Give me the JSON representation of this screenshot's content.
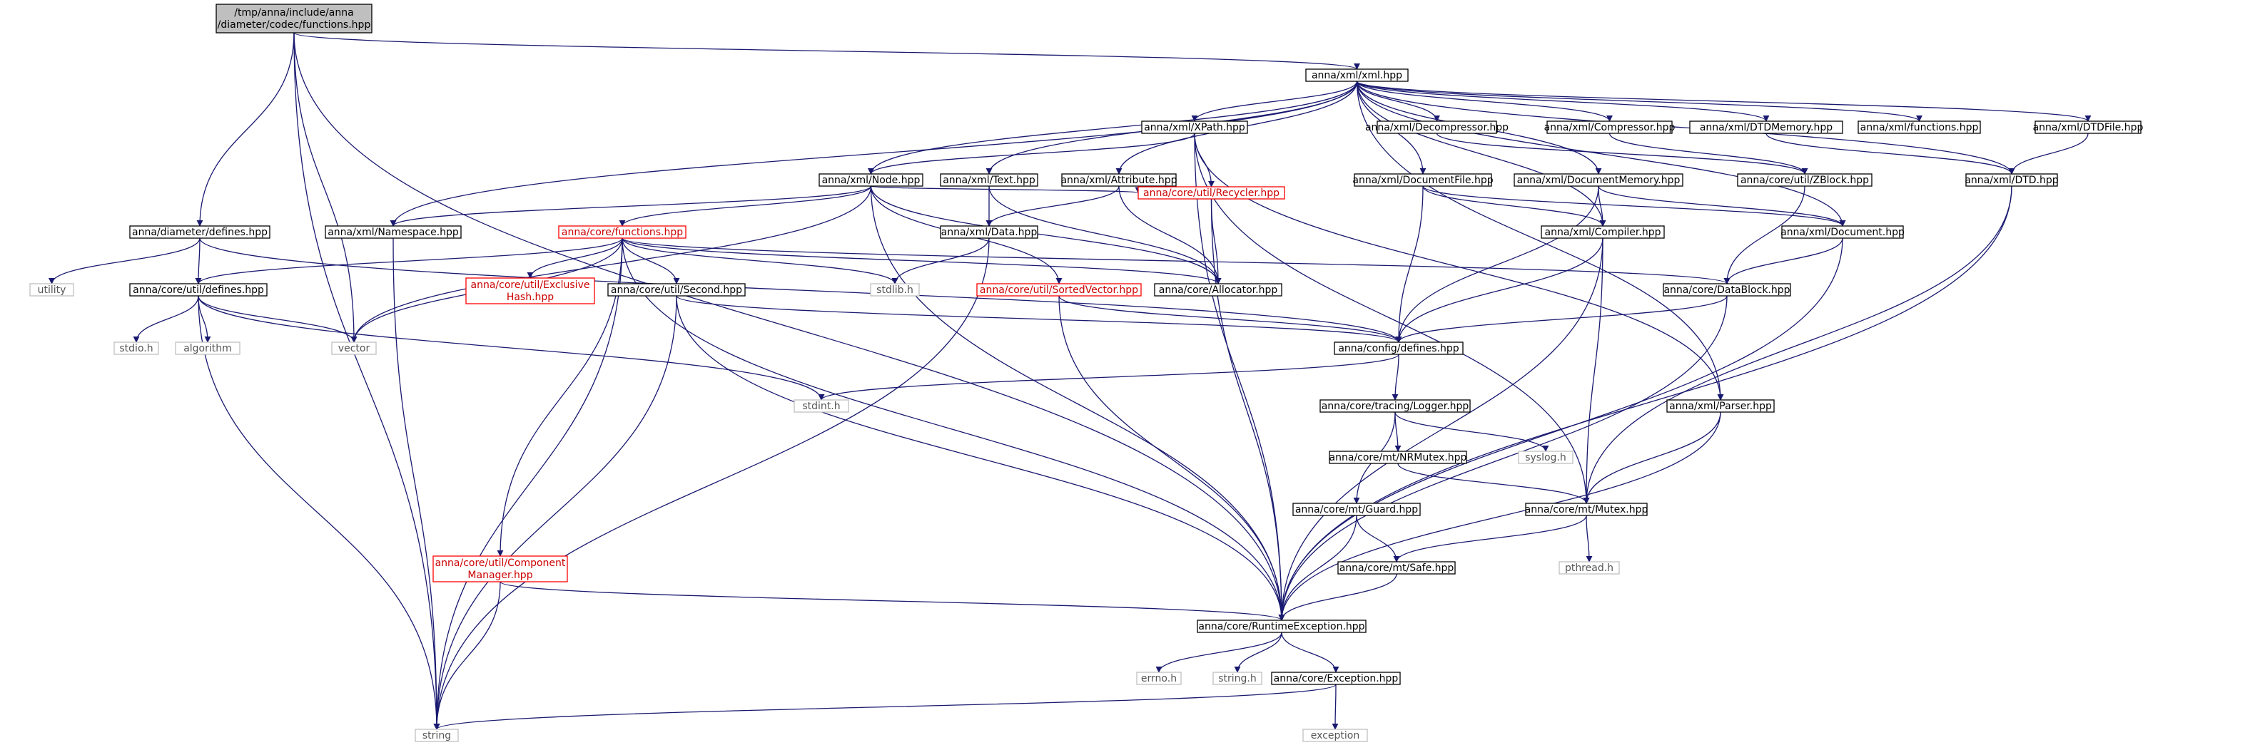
{
  "diagram": {
    "type": "include-dependency-graph",
    "colors": {
      "edge": "#191970",
      "root_fill": "#bfbfbf",
      "truncated_border": "#ff0000",
      "system_header_border": "#bfbfbf"
    },
    "nodes": [
      {
        "id": "root",
        "lines": [
          "/tmp/anna/include/anna",
          "/diameter/codec/functions.hpp"
        ],
        "kind": "root"
      },
      {
        "id": "xml",
        "lines": [
          "anna/xml/xml.hpp"
        ],
        "kind": "normal"
      },
      {
        "id": "diamdef",
        "lines": [
          "anna/diameter/defines.hpp"
        ],
        "kind": "normal"
      },
      {
        "id": "xpath",
        "lines": [
          "anna/xml/XPath.hpp"
        ],
        "kind": "normal"
      },
      {
        "id": "decomp",
        "lines": [
          "anna/xml/Decompressor.hpp"
        ],
        "kind": "normal"
      },
      {
        "id": "comp",
        "lines": [
          "anna/xml/Compressor.hpp"
        ],
        "kind": "normal"
      },
      {
        "id": "dtdmem",
        "lines": [
          "anna/xml/DTDMemory.hpp"
        ],
        "kind": "normal"
      },
      {
        "id": "xmlfunc",
        "lines": [
          "anna/xml/functions.hpp"
        ],
        "kind": "normal"
      },
      {
        "id": "dtdfile",
        "lines": [
          "anna/xml/DTDFile.hpp"
        ],
        "kind": "normal"
      },
      {
        "id": "node",
        "lines": [
          "anna/xml/Node.hpp"
        ],
        "kind": "normal"
      },
      {
        "id": "text",
        "lines": [
          "anna/xml/Text.hpp"
        ],
        "kind": "normal"
      },
      {
        "id": "attr",
        "lines": [
          "anna/xml/Attribute.hpp"
        ],
        "kind": "normal"
      },
      {
        "id": "recycler",
        "lines": [
          "anna/core/util/Recycler.hpp"
        ],
        "kind": "trunc"
      },
      {
        "id": "docfile",
        "lines": [
          "anna/xml/DocumentFile.hpp"
        ],
        "kind": "normal"
      },
      {
        "id": "docmem",
        "lines": [
          "anna/xml/DocumentMemory.hpp"
        ],
        "kind": "normal"
      },
      {
        "id": "zblock",
        "lines": [
          "anna/core/util/ZBlock.hpp"
        ],
        "kind": "normal"
      },
      {
        "id": "dtd",
        "lines": [
          "anna/xml/DTD.hpp"
        ],
        "kind": "normal"
      },
      {
        "id": "namespace",
        "lines": [
          "anna/xml/Namespace.hpp"
        ],
        "kind": "normal"
      },
      {
        "id": "corefunc",
        "lines": [
          "anna/core/functions.hpp"
        ],
        "kind": "trunc"
      },
      {
        "id": "data",
        "lines": [
          "anna/xml/Data.hpp"
        ],
        "kind": "normal"
      },
      {
        "id": "compiler",
        "lines": [
          "anna/xml/Compiler.hpp"
        ],
        "kind": "normal"
      },
      {
        "id": "document",
        "lines": [
          "anna/xml/Document.hpp"
        ],
        "kind": "normal"
      },
      {
        "id": "utility",
        "lines": [
          "utility"
        ],
        "kind": "leaf"
      },
      {
        "id": "utildef",
        "lines": [
          "anna/core/util/defines.hpp"
        ],
        "kind": "normal"
      },
      {
        "id": "exclhash",
        "lines": [
          "anna/core/util/Exclusive",
          "Hash.hpp"
        ],
        "kind": "trunc"
      },
      {
        "id": "second",
        "lines": [
          "anna/core/util/Second.hpp"
        ],
        "kind": "normal"
      },
      {
        "id": "stdlib",
        "lines": [
          "stdlib.h"
        ],
        "kind": "leaf"
      },
      {
        "id": "sortedvec",
        "lines": [
          "anna/core/util/SortedVector.hpp"
        ],
        "kind": "trunc"
      },
      {
        "id": "allocator",
        "lines": [
          "anna/core/Allocator.hpp"
        ],
        "kind": "normal"
      },
      {
        "id": "datablock",
        "lines": [
          "anna/core/DataBlock.hpp"
        ],
        "kind": "normal"
      },
      {
        "id": "stdio",
        "lines": [
          "stdio.h"
        ],
        "kind": "leaf"
      },
      {
        "id": "algorithm",
        "lines": [
          "algorithm"
        ],
        "kind": "leaf"
      },
      {
        "id": "vector",
        "lines": [
          "vector"
        ],
        "kind": "leaf"
      },
      {
        "id": "configdef",
        "lines": [
          "anna/config/defines.hpp"
        ],
        "kind": "normal"
      },
      {
        "id": "stdint",
        "lines": [
          "stdint.h"
        ],
        "kind": "leaf"
      },
      {
        "id": "logger",
        "lines": [
          "anna/core/tracing/Logger.hpp"
        ],
        "kind": "normal"
      },
      {
        "id": "parser",
        "lines": [
          "anna/xml/Parser.hpp"
        ],
        "kind": "normal"
      },
      {
        "id": "nrmutex",
        "lines": [
          "anna/core/mt/NRMutex.hpp"
        ],
        "kind": "normal"
      },
      {
        "id": "syslog",
        "lines": [
          "syslog.h"
        ],
        "kind": "leaf"
      },
      {
        "id": "guard",
        "lines": [
          "anna/core/mt/Guard.hpp"
        ],
        "kind": "normal"
      },
      {
        "id": "mutex",
        "lines": [
          "anna/core/mt/Mutex.hpp"
        ],
        "kind": "normal"
      },
      {
        "id": "compmgr",
        "lines": [
          "anna/core/util/Component",
          "Manager.hpp"
        ],
        "kind": "trunc"
      },
      {
        "id": "safe",
        "lines": [
          "anna/core/mt/Safe.hpp"
        ],
        "kind": "normal"
      },
      {
        "id": "pthread",
        "lines": [
          "pthread.h"
        ],
        "kind": "leaf"
      },
      {
        "id": "rtexc",
        "lines": [
          "anna/core/RuntimeException.hpp"
        ],
        "kind": "normal"
      },
      {
        "id": "errno",
        "lines": [
          "errno.h"
        ],
        "kind": "leaf"
      },
      {
        "id": "stringh",
        "lines": [
          "string.h"
        ],
        "kind": "leaf"
      },
      {
        "id": "exception_hpp",
        "lines": [
          "anna/core/Exception.hpp"
        ],
        "kind": "normal"
      },
      {
        "id": "string",
        "lines": [
          "string"
        ],
        "kind": "leaf"
      },
      {
        "id": "exception",
        "lines": [
          "exception"
        ],
        "kind": "leaf"
      }
    ],
    "edges": [
      [
        "root",
        "xml"
      ],
      [
        "root",
        "diamdef"
      ],
      [
        "root",
        "vector"
      ],
      [
        "root",
        "string"
      ],
      [
        "root",
        "rtexc"
      ],
      [
        "xml",
        "xpath"
      ],
      [
        "xml",
        "decomp"
      ],
      [
        "xml",
        "comp"
      ],
      [
        "xml",
        "dtdmem"
      ],
      [
        "xml",
        "xmlfunc"
      ],
      [
        "xml",
        "dtdfile"
      ],
      [
        "xml",
        "node"
      ],
      [
        "xml",
        "text"
      ],
      [
        "xml",
        "attr"
      ],
      [
        "xml",
        "docfile"
      ],
      [
        "xml",
        "docmem"
      ],
      [
        "xml",
        "dtd"
      ],
      [
        "xml",
        "namespace"
      ],
      [
        "xml",
        "compiler"
      ],
      [
        "xml",
        "document"
      ],
      [
        "xml",
        "parser"
      ],
      [
        "diamdef",
        "utility"
      ],
      [
        "diamdef",
        "utildef"
      ],
      [
        "diamdef",
        "configdef"
      ],
      [
        "xpath",
        "node"
      ],
      [
        "xpath",
        "recycler"
      ],
      [
        "xpath",
        "rtexc"
      ],
      [
        "xpath",
        "mutex"
      ],
      [
        "xpath",
        "parser"
      ],
      [
        "decomp",
        "zblock"
      ],
      [
        "comp",
        "zblock"
      ],
      [
        "dtdmem",
        "dtd"
      ],
      [
        "dtdfile",
        "dtd"
      ],
      [
        "node",
        "namespace"
      ],
      [
        "node",
        "corefunc"
      ],
      [
        "node",
        "recycler"
      ],
      [
        "node",
        "sortedvec"
      ],
      [
        "node",
        "allocator"
      ],
      [
        "node",
        "vector"
      ],
      [
        "node",
        "rtexc"
      ],
      [
        "text",
        "data"
      ],
      [
        "text",
        "allocator"
      ],
      [
        "attr",
        "data"
      ],
      [
        "attr",
        "allocator"
      ],
      [
        "recycler",
        "allocator"
      ],
      [
        "recycler",
        "rtexc"
      ],
      [
        "docfile",
        "configdef"
      ],
      [
        "docfile",
        "compiler"
      ],
      [
        "docfile",
        "document"
      ],
      [
        "docmem",
        "compiler"
      ],
      [
        "docmem",
        "document"
      ],
      [
        "docmem",
        "configdef"
      ],
      [
        "zblock",
        "datablock"
      ],
      [
        "dtd",
        "mutex"
      ],
      [
        "dtd",
        "rtexc"
      ],
      [
        "namespace",
        "string"
      ],
      [
        "corefunc",
        "utildef"
      ],
      [
        "corefunc",
        "exclhash"
      ],
      [
        "corefunc",
        "second"
      ],
      [
        "corefunc",
        "stdlib"
      ],
      [
        "corefunc",
        "datablock"
      ],
      [
        "corefunc",
        "vector"
      ],
      [
        "corefunc",
        "string"
      ],
      [
        "corefunc",
        "compmgr"
      ],
      [
        "corefunc",
        "rtexc"
      ],
      [
        "corefunc",
        "allocator"
      ],
      [
        "data",
        "stdlib"
      ],
      [
        "data",
        "string"
      ],
      [
        "compiler",
        "configdef"
      ],
      [
        "compiler",
        "mutex"
      ],
      [
        "compiler",
        "rtexc"
      ],
      [
        "document",
        "datablock"
      ],
      [
        "document",
        "rtexc"
      ],
      [
        "utildef",
        "stdio"
      ],
      [
        "utildef",
        "algorithm"
      ],
      [
        "utildef",
        "vector"
      ],
      [
        "utildef",
        "string"
      ],
      [
        "utildef",
        "stdint"
      ],
      [
        "second",
        "configdef"
      ],
      [
        "second",
        "string"
      ],
      [
        "second",
        "rtexc"
      ],
      [
        "sortedvec",
        "configdef"
      ],
      [
        "sortedvec",
        "rtexc"
      ],
      [
        "datablock",
        "configdef"
      ],
      [
        "datablock",
        "rtexc"
      ],
      [
        "configdef",
        "stdint"
      ],
      [
        "configdef",
        "logger"
      ],
      [
        "logger",
        "nrmutex"
      ],
      [
        "logger",
        "syslog"
      ],
      [
        "logger",
        "guard"
      ],
      [
        "parser",
        "mutex"
      ],
      [
        "parser",
        "rtexc"
      ],
      [
        "nrmutex",
        "mutex"
      ],
      [
        "guard",
        "safe"
      ],
      [
        "guard",
        "rtexc"
      ],
      [
        "mutex",
        "safe"
      ],
      [
        "mutex",
        "pthread"
      ],
      [
        "compmgr",
        "string"
      ],
      [
        "compmgr",
        "rtexc"
      ],
      [
        "safe",
        "rtexc"
      ],
      [
        "rtexc",
        "errno"
      ],
      [
        "rtexc",
        "stringh"
      ],
      [
        "rtexc",
        "exception_hpp"
      ],
      [
        "exception_hpp",
        "string"
      ],
      [
        "exception_hpp",
        "exception"
      ]
    ]
  }
}
